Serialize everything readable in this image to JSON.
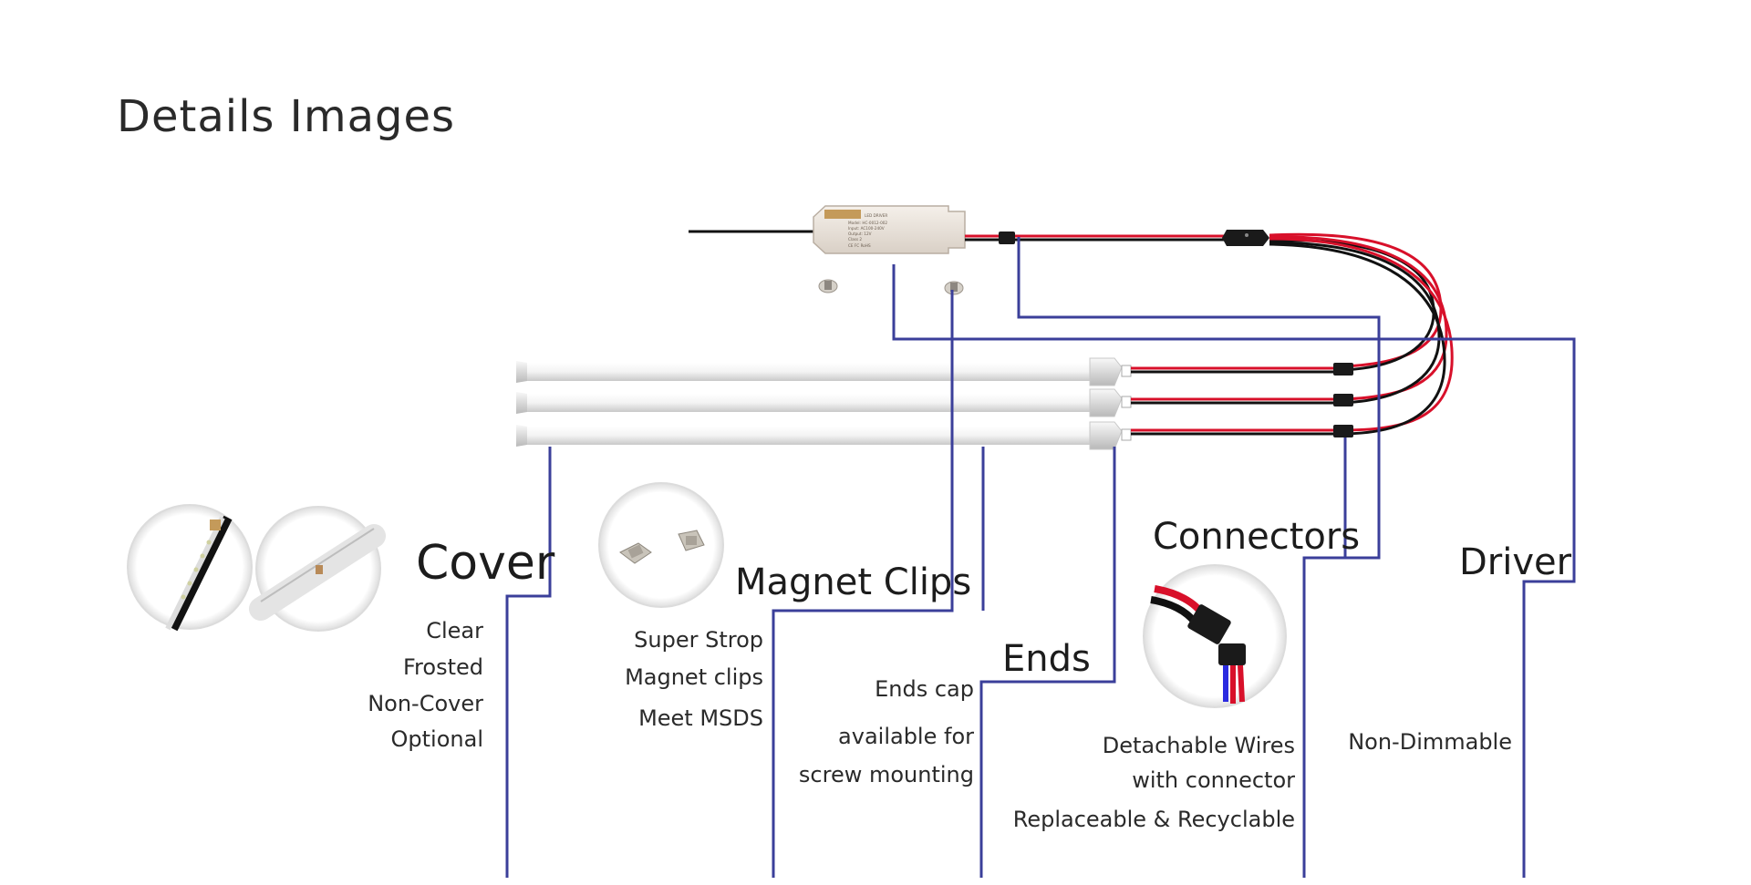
{
  "title": "Details Images",
  "colors": {
    "leader_line": "#3b3f9a",
    "wire_red": "#d8102a",
    "wire_black": "#111111",
    "tube": "#f1f1f1",
    "driver_box": "#ece4dc"
  },
  "driver_label_lines": [
    "LED DRIVER",
    "Model: HC-0012-002",
    "Input: AC100-240V",
    "Output: 12V",
    "Class 2",
    "CE FC RoHS"
  ],
  "features": {
    "cover": {
      "heading": "Cover",
      "lines": [
        "Clear",
        "Frosted",
        "Non-Cover",
        "Optional"
      ]
    },
    "magnet_clips": {
      "heading": "Magnet Clips",
      "lines": [
        "Super Strop",
        "Magnet clips",
        "Meet MSDS"
      ]
    },
    "ends": {
      "heading": "Ends",
      "lines": [
        "Ends cap",
        "available for",
        "screw mounting"
      ]
    },
    "connectors": {
      "heading": "Connectors",
      "lines": [
        "Detachable Wires",
        "with connector",
        "Replaceable & Recyclable"
      ]
    },
    "driver": {
      "heading": "Driver",
      "lines": [
        "Non-Dimmable"
      ]
    }
  }
}
